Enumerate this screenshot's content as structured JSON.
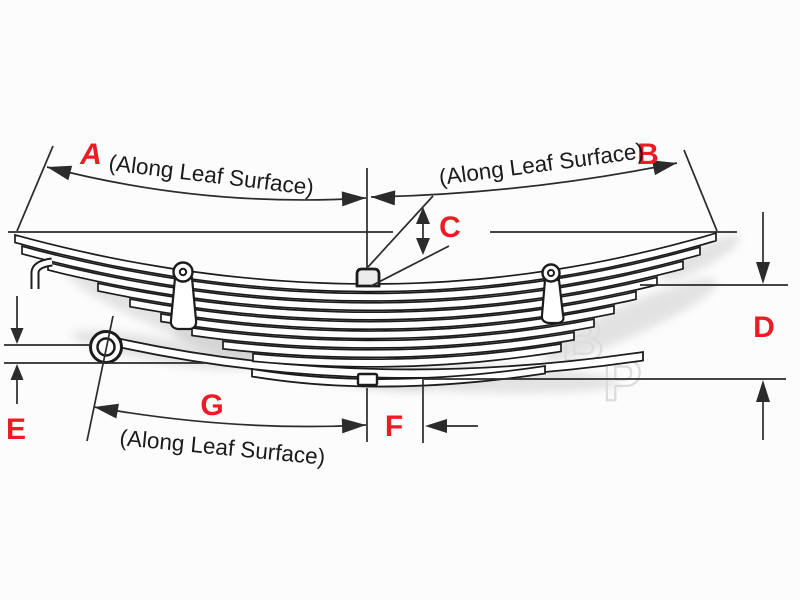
{
  "page": {
    "background": "#fcfcfc"
  },
  "diagram": {
    "kind": "leaf-spring-dimension-diagram",
    "dimension_labels": {
      "a": "A",
      "b": "B",
      "c": "C",
      "d": "D",
      "e": "E",
      "f": "F",
      "g": "G"
    },
    "surface_note": "(Along Leaf Surface)",
    "watermark_monogram": "BP",
    "watermark_icon": "bp-monogram-watermark",
    "colors": {
      "label_red": "#ed1c24",
      "line": "#2b2b2b",
      "text": "#1b1b1b",
      "leaf_outline": "#1c1c1c",
      "leaf_fill": "#ffffff",
      "shadow": "#c4c4c4",
      "watermark": "#dcdcdc"
    }
  }
}
